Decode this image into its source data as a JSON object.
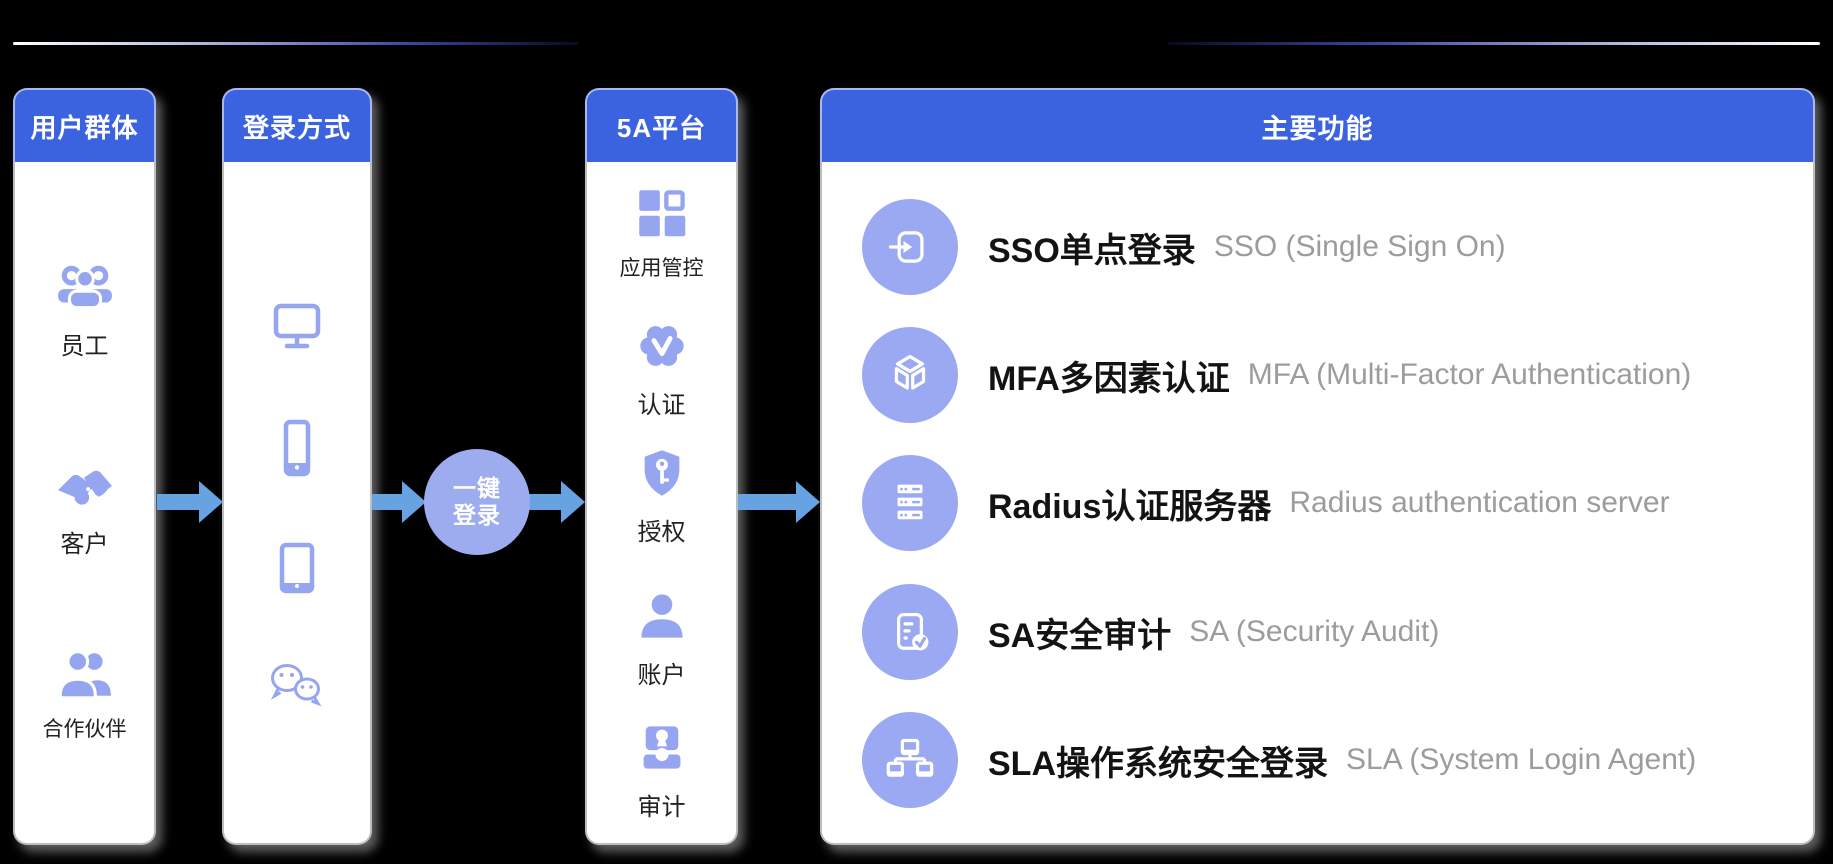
{
  "colors": {
    "background": "#000000",
    "header_blue": "#3C63DF",
    "icon_periwinkle": "#96A5EF",
    "feature_circle": "#9AA9F1",
    "arrow_blue": "#67A2E2",
    "connector_circle": "#9DABEF",
    "subtitle_gray": "#9C9C9C"
  },
  "columns": [
    {
      "header": "用户群体",
      "items": [
        {
          "icon": "employees-icon",
          "label": "员工"
        },
        {
          "icon": "handshake-icon",
          "label": "客户"
        },
        {
          "icon": "partners-icon",
          "label": "合作伙伴"
        }
      ]
    },
    {
      "header": "登录方式",
      "items": [
        {
          "icon": "monitor-icon"
        },
        {
          "icon": "smartphone-icon"
        },
        {
          "icon": "tablet-icon"
        },
        {
          "icon": "wechat-icon"
        }
      ]
    },
    {
      "header": "5A平台",
      "items": [
        {
          "icon": "app-grid-icon",
          "label": "应用管控"
        },
        {
          "icon": "badge-check-icon",
          "label": "认证"
        },
        {
          "icon": "shield-key-icon",
          "label": "授权"
        },
        {
          "icon": "user-icon",
          "label": "账户"
        },
        {
          "icon": "stamp-icon",
          "label": "审计"
        }
      ]
    }
  ],
  "connector": {
    "line1": "一键",
    "line2": "登录"
  },
  "main_panel": {
    "header": "主要功能",
    "rows": [
      {
        "icon": "login-icon",
        "title": "SSO单点登录",
        "subtitle": "SSO (Single Sign On)"
      },
      {
        "icon": "cube-icon",
        "title": "MFA多因素认证",
        "subtitle": "MFA (Multi-Factor Authentication)"
      },
      {
        "icon": "server-icon",
        "title": "Radius认证服务器",
        "subtitle": "Radius authentication server"
      },
      {
        "icon": "doc-check-icon",
        "title": "SA安全审计",
        "subtitle": "SA (Security Audit)"
      },
      {
        "icon": "network-icon",
        "title": "SLA操作系统安全登录",
        "subtitle": "SLA (System Login Agent)"
      }
    ]
  }
}
